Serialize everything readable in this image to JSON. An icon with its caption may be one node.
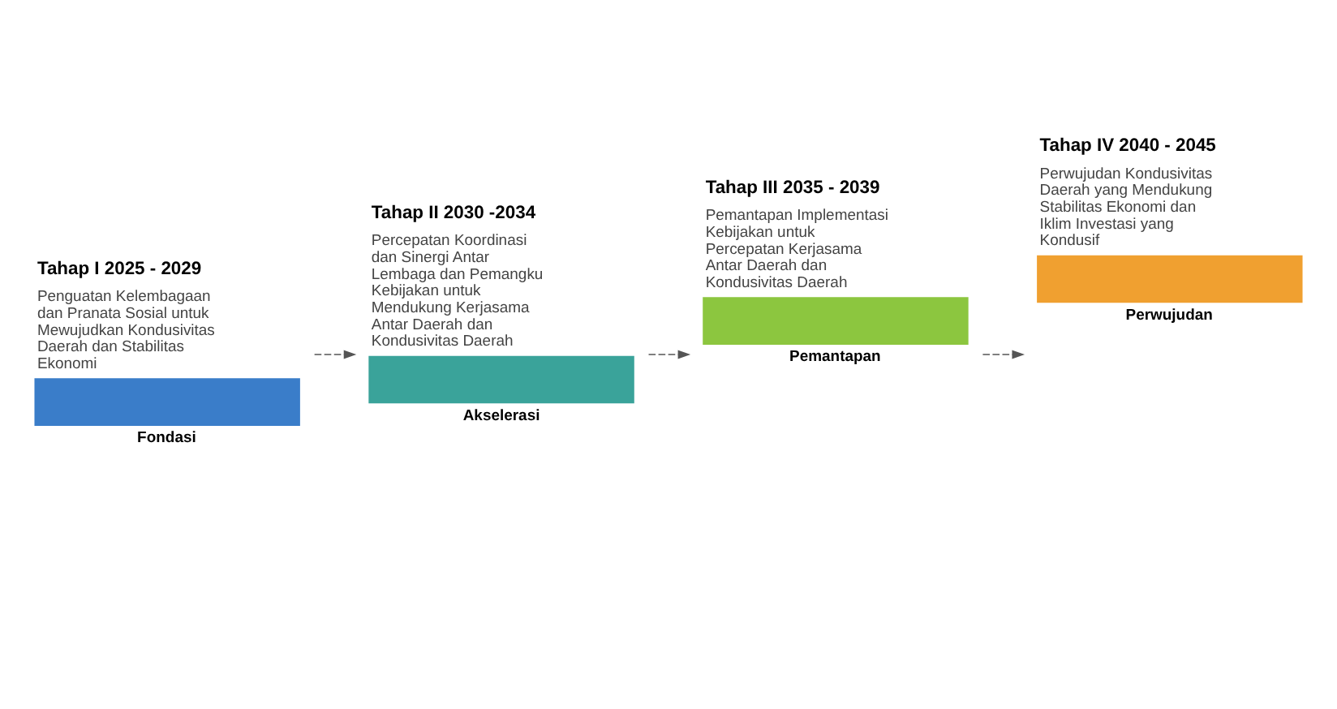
{
  "diagram": {
    "nodes": [
      {
        "text": [
          "Tahap I 2025 - 2029",
          "Penguatan Kelembagaan dan Pranata Sosial untuk Mewujudkan Kondusivitas Daerah dan Stabilitas Ekonomi"
        ],
        "beside": [
          "Fondasi"
        ]
      },
      {
        "text": [
          "Tahap II 2030 -2034",
          "Percepatan Koordinasi dan Sinergi Antar Lembaga dan Pemangku Kebijakan untuk Mendukung Kerjasama Antar Daerah dan Kondusivitas Daerah"
        ],
        "beside": [
          "Akselerasi"
        ]
      },
      {
        "text": [
          "Tahap III 2035 - 2039",
          "Pemantapan Implementasi Kebijakan untuk Percepatan Kerjasama Antar Daerah dan Kondusivitas Daerah"
        ],
        "beside": [
          "Pemantapan"
        ]
      },
      {
        "text": [
          "Tahap IV 2040 - 2045",
          "Perwujudan Kondusivitas Daerah yang Mendukung Stabilitas Ekonomi dan Iklim Investasi yang Kondusif"
        ],
        "beside": [
          "Perwujudan"
        ]
      }
    ],
    "edges": [
      {
        "from": 0,
        "to": 1,
        "arrow": "to",
        "style": "dashed"
      },
      {
        "from": 1,
        "to": 2,
        "arrow": "to",
        "style": "dashed"
      },
      {
        "from": 2,
        "to": 3,
        "arrow": "to",
        "style": "dashed"
      }
    ]
  }
}
